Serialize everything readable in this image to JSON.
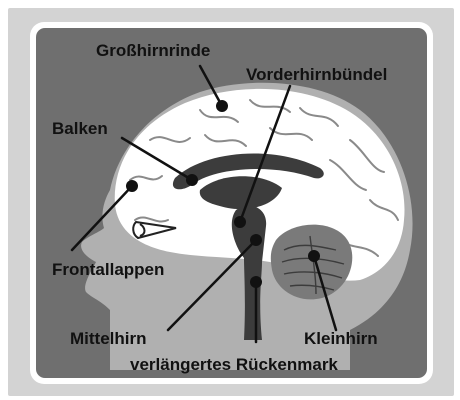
{
  "diagram": {
    "labels": {
      "cortex": "Großhirnrinde",
      "forebrain_bundle": "Vorderhirnbündel",
      "corpus_callosum": "Balken",
      "frontal_lobe": "Frontallappen",
      "midbrain": "Mittelhirn",
      "cerebellum": "Kleinhirn",
      "medulla": "verlängertes Rückenmark"
    }
  },
  "colors": {
    "outer_border": "#d3d3d3",
    "panel": "#6f6f6f",
    "head": "#b0b0b0",
    "brain": "#ffffff",
    "deep_structures": "#3c3c3c"
  }
}
